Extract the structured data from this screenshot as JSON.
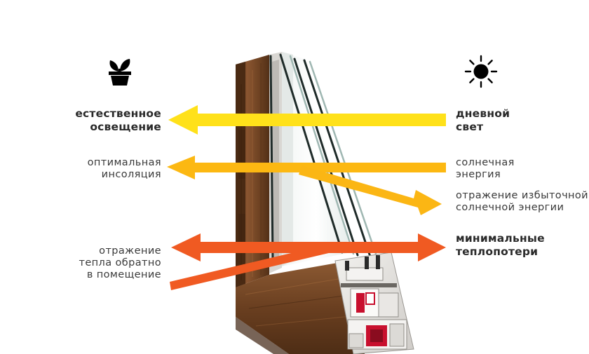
{
  "icons": {
    "left": "plant-pot-icon",
    "right": "sun-icon"
  },
  "colors": {
    "yellow": "#ffe11a",
    "light_orange": "#fcb812",
    "orange_yellow": "#fbb614",
    "red_orange": "#f05a22",
    "wood": "#7a4a28",
    "pvc": "#e8e6e3",
    "reinforcement": "#c8102e",
    "text": "#333333"
  },
  "labels": {
    "natural_light": [
      "естественное",
      "освещение"
    ],
    "daylight": [
      "дневной",
      "свет"
    ],
    "optimal_insolation": [
      "оптимальная",
      "инсоляция"
    ],
    "solar_energy": [
      "солнечная",
      "энергия"
    ],
    "reflection_excess": [
      "отражение избыточной",
      "солнечной энергии"
    ],
    "heat_reflection": [
      "отражение",
      "тепла обратно",
      "в помещение"
    ],
    "minimal_heat_loss": [
      "минимальные",
      "теплопотери"
    ]
  }
}
